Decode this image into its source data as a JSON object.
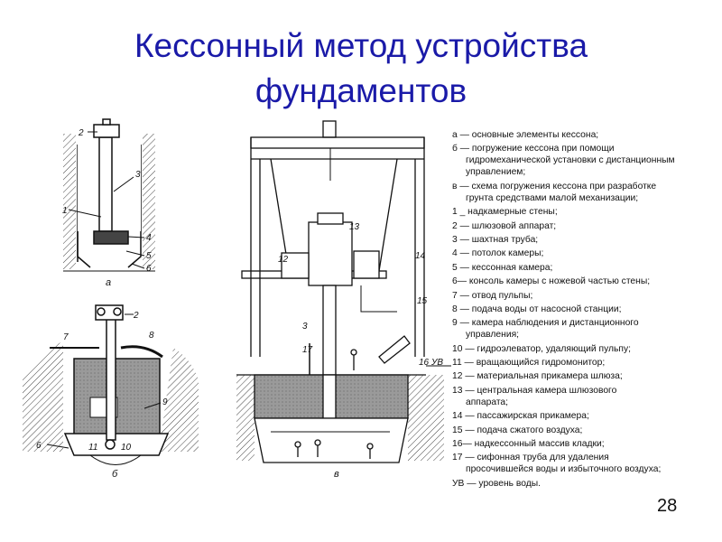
{
  "title": {
    "line1": "Кессонный метод устройства",
    "line2": "фундаментов"
  },
  "legend": [
    {
      "text": "а — основные элементы кессона;"
    },
    {
      "text": "б — погружение кессона при помощи",
      "cont": "гидромеханической установки с дистанционным управлением;"
    },
    {
      "text": "в — схема погружения кессона при разработке",
      "cont": "грунта средствами малой механизации;"
    },
    {
      "text": "1 _ надкамерные стены;"
    },
    {
      "text": "2 — шлюзовой аппарат;"
    },
    {
      "text": "3 — шахтная труба;"
    },
    {
      "text": "4 — потолок камеры;"
    },
    {
      "text": "5 — кессонная камера;"
    },
    {
      "text": "6— консоль камеры с ножевой частью стены;"
    },
    {
      "text": "7 — отвод пульпы;"
    },
    {
      "text": "8 — подача воды от насосной станции;"
    },
    {
      "text": "9 — камера наблюдения и дистанционного",
      "cont": "управления;"
    },
    {
      "text": "10 — гидроэлеватор, удаляющий пульпу;"
    },
    {
      "text": "11 — вращающийся гидромонитор;"
    },
    {
      "text": "12 — материальная прикамера шлюза;"
    },
    {
      "text": "13 — центральная камера шлюзового",
      "cont": "аппарата;"
    },
    {
      "text": "14 — пассажирская прикамера;"
    },
    {
      "text": "15 — подача сжатого воздуха;"
    },
    {
      "text": "16— надкессонный массив кладки;"
    },
    {
      "text": "17 — сифонная труба для удаления",
      "cont": "просочившейся воды и избыточного воздуха;"
    },
    {
      "text": "УВ — уровень воды."
    }
  ],
  "page_number": "28",
  "figures": {
    "a": {
      "caption": "а",
      "labels": {
        "l1": "1",
        "l2": "2",
        "l3": "3",
        "l4": "4",
        "l5": "5",
        "l6": "6"
      }
    },
    "b": {
      "caption": "б",
      "labels": {
        "l2": "2",
        "l6": "6",
        "l7": "7",
        "l8": "8",
        "l9": "9",
        "l10": "10",
        "l11": "11"
      }
    },
    "c": {
      "caption": "в",
      "labels": {
        "l3": "3",
        "l12": "12",
        "l13": "13",
        "l14": "14",
        "l15": "15",
        "l16": "16",
        "l17": "17",
        "uv": "УВ"
      }
    }
  },
  "colors": {
    "title": "#1a1aa8",
    "ink": "#111111",
    "hatch": "#555555",
    "fill_gray": "#9a9a9a"
  }
}
